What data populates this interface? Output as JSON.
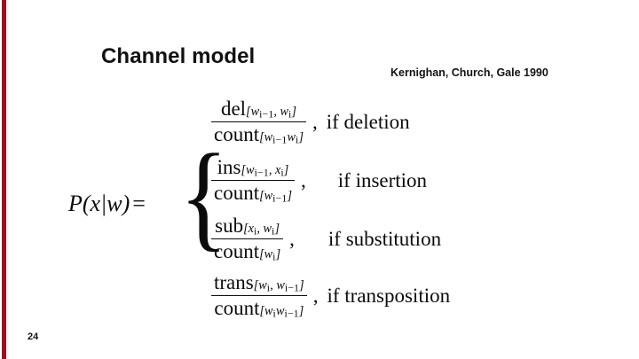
{
  "slide": {
    "title": "Channel model",
    "citation": "Kernighan, Church, Gale 1990",
    "page_number": "24",
    "accent_color": "#A20C1C",
    "background_color": "#FFFFFF",
    "text_color": "#111111"
  },
  "equation": {
    "lhs": "P(x|w)",
    "equals": "=",
    "brace": "{",
    "cases": [
      {
        "numerator_fn": "del",
        "numerator_args": "[w",
        "numerator_sub_1": "i−1",
        "numerator_mid": ", w",
        "numerator_sub_2": "i",
        "numerator_close": "]",
        "denominator_fn": "count",
        "denominator_open": "[w",
        "denominator_sub_1": "i−1",
        "denominator_mid": "w",
        "denominator_sub_2": "i",
        "denominator_close": "]",
        "separator": ",",
        "condition": "if deletion"
      },
      {
        "numerator_fn": "ins",
        "numerator_args": "[w",
        "numerator_sub_1": "i−1",
        "numerator_mid": ", x",
        "numerator_sub_2": "i",
        "numerator_close": "]",
        "denominator_fn": "count",
        "denominator_open": "[w",
        "denominator_sub_1": "i−1",
        "denominator_mid": "",
        "denominator_sub_2": "",
        "denominator_close": "]",
        "separator": ",",
        "condition": "if insertion"
      },
      {
        "numerator_fn": "sub",
        "numerator_args": "[x",
        "numerator_sub_1": "i",
        "numerator_mid": ", w",
        "numerator_sub_2": "i",
        "numerator_close": "]",
        "denominator_fn": "count",
        "denominator_open": "[w",
        "denominator_sub_1": "i",
        "denominator_mid": "",
        "denominator_sub_2": "",
        "denominator_close": "]",
        "separator": ",",
        "condition": "if substitution"
      },
      {
        "numerator_fn": "trans",
        "numerator_args": "[w",
        "numerator_sub_1": "i",
        "numerator_mid": ", w",
        "numerator_sub_2": "i−1",
        "numerator_close": "]",
        "denominator_fn": "count",
        "denominator_open": "[w",
        "denominator_sub_1": "i",
        "denominator_mid": "w",
        "denominator_sub_2": "i−1",
        "denominator_close": "]",
        "separator": ",",
        "condition": "if transposition"
      }
    ]
  }
}
